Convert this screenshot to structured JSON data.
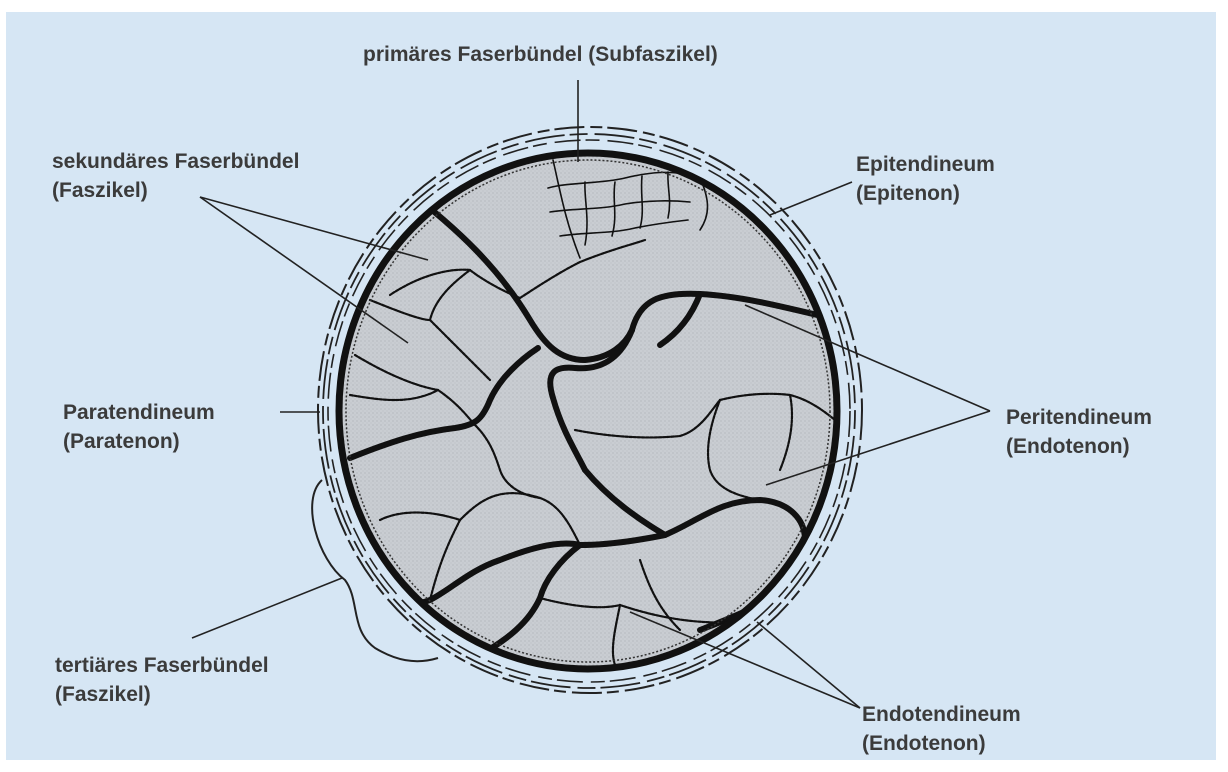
{
  "colors": {
    "background": "#d6e6f4",
    "fascicle_fill": "#c8ccd1",
    "outline": "#111111",
    "label_text": "#3b3b3b"
  },
  "labels": {
    "primary": {
      "line1": "primäres Faserbündel (Subfaszikel)"
    },
    "secondary": {
      "line1": "sekundäres Faserbündel",
      "line2": "(Faszikel)"
    },
    "epitendineum": {
      "line1": "Epitendineum",
      "line2": "(Epitenon)"
    },
    "paratendineum": {
      "line1": "Paratendineum",
      "line2": "(Paratenon)"
    },
    "peritendineum": {
      "line1": "Peritendineum",
      "line2": "(Endotenon)"
    },
    "tertiary": {
      "line1": "tertiäres Faserbündel",
      "line2": "(Faszikel)"
    },
    "endotendineum": {
      "line1": "Endotendineum",
      "line2": "(Endotenon)"
    }
  }
}
